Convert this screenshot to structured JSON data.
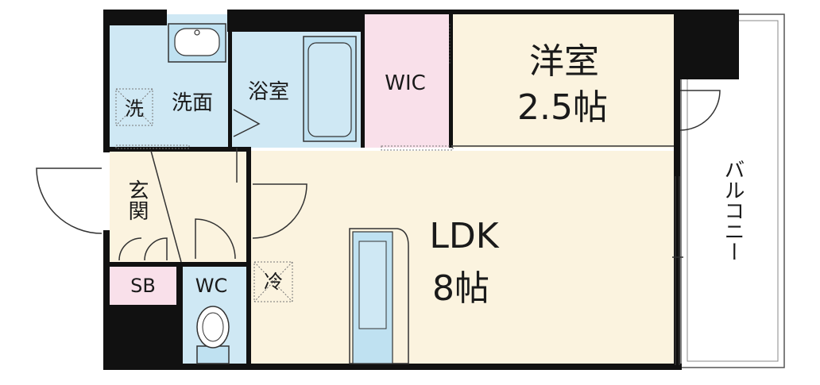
{
  "colors": {
    "wall": "#111111",
    "wet_area": "#cfe8f4",
    "living_area": "#fbf3df",
    "walk_in_closet": "#f9e0ea",
    "shoe_box": "#f9e0ea",
    "fixture": "#bfe1f1",
    "balcony": "#ffffff"
  },
  "rooms": {
    "western_room": {
      "label": "洋室",
      "size": "2.5帖"
    },
    "ldk": {
      "label": "LDK",
      "size": "8帖"
    },
    "walk_in_closet": {
      "label": "WIC"
    },
    "bathroom": {
      "label": "浴室"
    },
    "washroom": {
      "label": "洗面"
    },
    "washer_space": {
      "label": "洗"
    },
    "entrance": {
      "label": "玄関"
    },
    "shoe_box": {
      "label": "SB"
    },
    "toilet": {
      "label": "WC"
    },
    "fridge_space": {
      "label": "冷"
    },
    "balcony": {
      "label": "バルコニー"
    }
  },
  "icons": [
    "washbasin-icon",
    "bathtub-icon",
    "toilet-icon",
    "kitchen-counter-icon",
    "door-swing-icon"
  ]
}
